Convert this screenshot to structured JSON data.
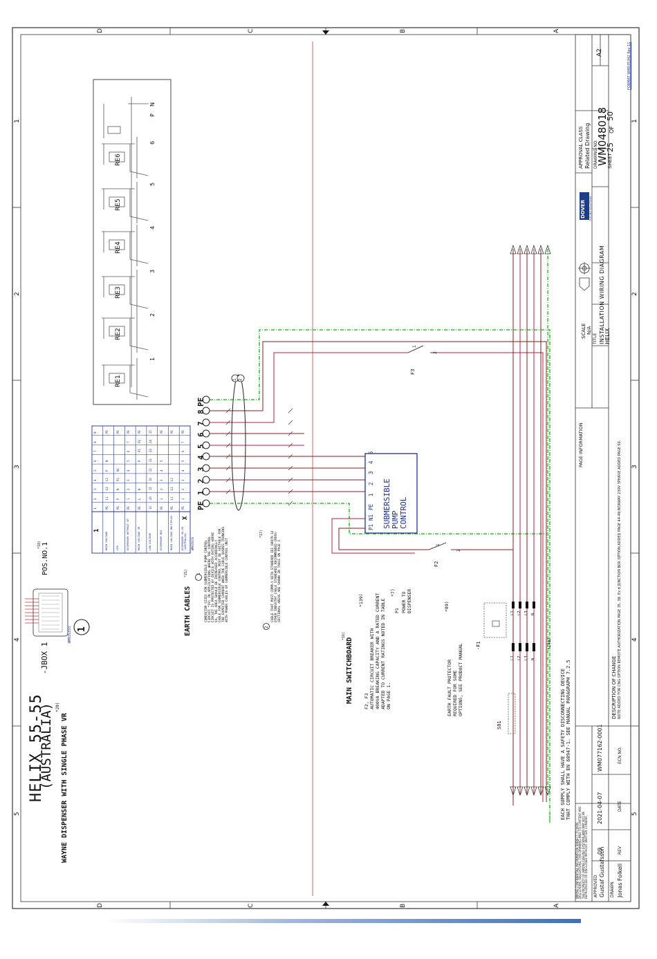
{
  "drawing": {
    "title_main": "HELIX 55-55",
    "title_sub": "(AUSTRALIA)",
    "subtitle": "WAYNE DISPENSER WITH SINGLE PHASE VR",
    "note_ref_title": "*20)",
    "jbox_label": "-JBOX 1",
    "jbox_id": "1",
    "jbox_small": "WM035333",
    "pos_label": "POS.NO.1",
    "pos_note": "*18)"
  },
  "border": {
    "col_letters": [
      "D",
      "C",
      "B",
      "A"
    ],
    "row_numbers": [
      "1",
      "2",
      "3",
      "4",
      "5"
    ]
  },
  "relays": {
    "labels": [
      "RE1",
      "RE2",
      "RE3",
      "RE4",
      "RE5",
      "RE6"
    ],
    "terminals": [
      "1",
      "2",
      "3",
      "4",
      "5",
      "6",
      "P",
      "N"
    ]
  },
  "terminals": {
    "labels": [
      "PE",
      "1",
      "2",
      "3",
      "4",
      "5",
      "6",
      "7",
      "8",
      "PE"
    ],
    "bundle_marks": [
      "1",
      "2"
    ]
  },
  "table": {
    "header_num": "1",
    "rows": [
      {
        "label": "MAIN VOLTAGE",
        "cells": [
          "PE",
          "L1",
          "L2",
          "L3",
          "P",
          "N",
          "",
          "",
          "PE"
        ]
      },
      {
        "label": "LED",
        "cells": [
          "PE",
          "P",
          "N",
          "P1",
          "N1",
          "",
          "",
          "",
          "PE"
        ]
      },
      {
        "label": "DISPENSER WITHOUT VR",
        "cells": [
          "PE",
          "1",
          "2",
          "3",
          "4",
          "5",
          "6",
          "7",
          "PE"
        ]
      },
      {
        "label": "MAIN VOLTAGE VR",
        "cells": [
          "PE",
          "L",
          "N",
          "",
          "",
          "P",
          "P1",
          "P2",
          "PE"
        ]
      },
      {
        "label": "LOW VOLTAGE",
        "cells": [
          "10",
          "20",
          "15",
          "18",
          "21",
          "22",
          "23",
          "24",
          "25"
        ]
      },
      {
        "label": "DISPENSER BUS",
        "cells": [
          "PE",
          "1",
          "2",
          "3",
          "4",
          "5",
          "",
          "",
          "PE"
        ]
      },
      {
        "label": "MAIN VOLTAGE MULTIPLEX",
        "cells": [
          "PE",
          "L1",
          "L2",
          "L3",
          "",
          "",
          "",
          "",
          "PE"
        ]
      },
      {
        "label": "DISPENSER 55-55 (AUSTRALIA)",
        "cells": [
          "PE",
          "1",
          "2",
          "3",
          "4",
          "5",
          "6",
          "7",
          "PE"
        ]
      }
    ],
    "column_heads": [
      "1",
      "2",
      "3",
      "4",
      "5",
      "6",
      "7",
      "8",
      "9"
    ],
    "mark": "X",
    "code": "WM035333"
  },
  "earth": {
    "title": "EARTH CABLES",
    "ref": "*21)",
    "note1": "CONDUCTOR SIZES FOR SUBMERSIBLE PUMP CONTROL CIRCUIT *19) IN APPLICATIONS WHERE THE CONTROL CIRCUIT IS PROTECTED BY DEVICE WITH RATING ABOVE 6A, THE AREA SHOULD BE INCREASED ACCORDINGLY",
    "note2": "CABLE FOR SUBMERSIBLE CONTROL MUST BE SUITABLE FOR THE EXPECTED CURRENT WHEN THE CABLE SHARES TRUNKING WITH POWER CABLES OF SUBMERSIBLE CONTROL UNIT",
    "note3": "CABLE THAT MUST COMPLY WITH STANDARD IEC 60079-14 OTHER INDUSTRY CABLE STANDARDS RECOMMENDED CROSS-SECTIONAL AREAS ARE SHOWN IN TABLE ON PAGE 1",
    "note_ref": "*17)"
  },
  "switchboard": {
    "title": "MAIN SWITCHBOARD",
    "ref": "*16)",
    "breaker_title": "F2, F3",
    "breaker_text": [
      "AUTOMATIC CIRCUIT BREAKER WITH",
      "400VA BREAKING CAPACITY AND A RATED CURRENT",
      "ADAPTED TO CURRENT RATINGS NOTED IN TABLE",
      "ON PAGE 1."
    ],
    "breaker_ref": "*139)",
    "p1_title": "P1",
    "p1_text": [
      "POWER TO",
      "DISPENSER"
    ],
    "p1_ref": "*7)",
    "efp_title": "EARTH FAULT PROTECTOR",
    "efp_text": [
      "REQUIRED FOR SOME",
      "OPTIONS, SEE PRODUCT MANUAL"
    ],
    "efp_ref": "*89)",
    "disconnect_line1": "EACH SUPPLY SHALL HAVE A SAFETY DISCONNECTING DEVICE",
    "disconnect_line2": "THAT COMPLY WITH EN 60947-1. SEE MANUAL PARAGRAPH 7.2.5",
    "disconnect_ref": "*140)"
  },
  "pump": {
    "title_lines": [
      "SUBMERSIBLE",
      "PUMP",
      "CONTROL"
    ],
    "pins": [
      "P1",
      "N1",
      "PE",
      "1",
      "2",
      "3",
      "4",
      "5"
    ]
  },
  "components": {
    "f1": "-F1",
    "f2": "F2",
    "f3": "F3",
    "s01": "S01",
    "phase_labels": [
      "L1",
      "L2",
      "L3",
      "N"
    ],
    "switch_nums": [
      "1",
      "2"
    ]
  },
  "titleblock": {
    "page_info": "PAGE INFORMATION",
    "scale_label": "SCALE",
    "scale_value": "N/A",
    "title_label": "TITLE",
    "title_line1": "INSTALLATION WIRING DIAGRAM",
    "title_line2": "HELIX",
    "brand": "DOVER",
    "brand_sub": "FUELING SOLUTIONS",
    "approval_label": "APPROVAL CLASS",
    "approval_value": "Related Drawing",
    "drawing_no_label": "DRAWING NO.",
    "drawing_no": "WM048018",
    "sheet_label": "SHEET",
    "sheet_num": "25",
    "of_label": "OF",
    "sheet_total": "50",
    "size": "A2",
    "desc_label": "DESCRIPTION OF CHANGE",
    "desc_text": "NOTE ADDED FOR CNG OPTION REMOTE AUTHORIZATION PAGE 35, 38. Ex d JUNCTION BOX OPTION ADDED PAGE 44-49.NORWAY 230V 3PHASE ADDED PAGE 50.",
    "approved_label": "APPROVED",
    "approved_name": "Gustaf Gustafsson",
    "drawn_label": "DRAWN",
    "drawn_name": "Jonas Folkell",
    "rev_label": "REV",
    "rev_value": "09",
    "date_label": "DATE",
    "date_value": "2021-04-07",
    "ecn_label": "ECN NO.",
    "ecn_value": "WM077162-0001",
    "format": "FORMAT WM035342 Rev 11",
    "legal": "WAYNE CONFIDENTIAL INFORMATION SUBJECT TO NON-DISCLOSURE OBLIGATIONS. THIS DRAWING AND ITS CONTENT ARE THE PROPERTY OF WAYNE FUELING SYSTEMS AND MAY NOT BE REPRODUCED OR DISCLOSED WITHOUT WRITTEN CONSENT."
  },
  "colors": {
    "wire_red": "#8b1a1a",
    "wire_crimson": "#c21c3c",
    "wire_green": "#00bb00",
    "wire_grey": "#7a7a7a",
    "pump_blue": "#1c2e9a",
    "guide_red": "#d04040",
    "border": "#333333"
  }
}
